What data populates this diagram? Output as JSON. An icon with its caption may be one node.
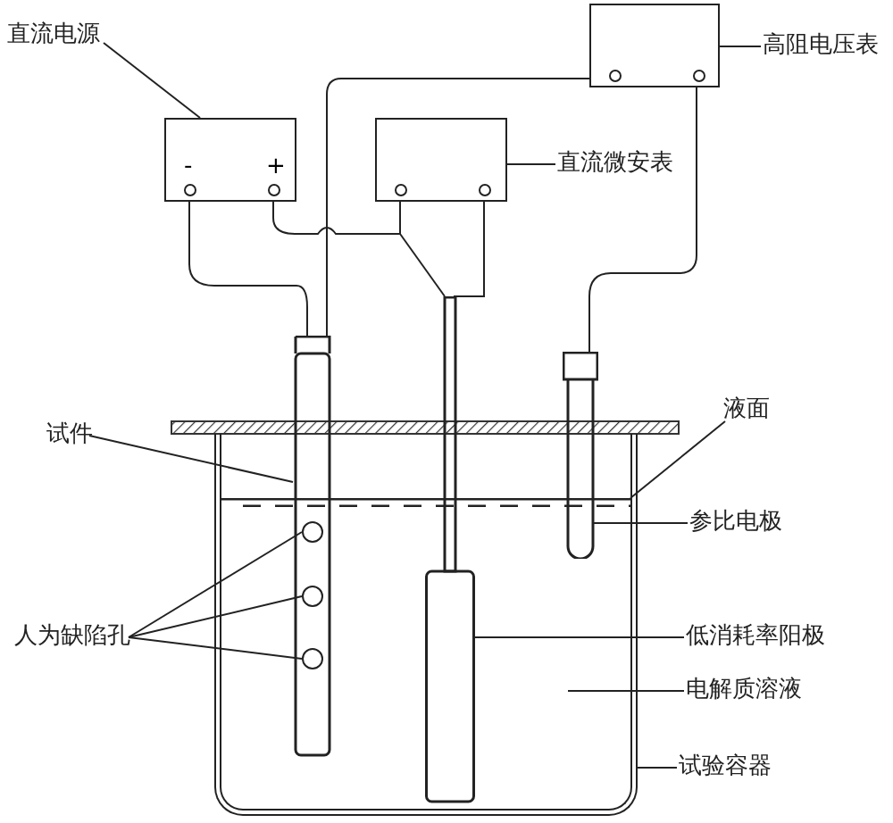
{
  "diagram": {
    "nodes": [
      {
        "text": [
          "直流电源"
        ]
      },
      {
        "text": [
          "-",
          "+"
        ]
      },
      {
        "text": [
          "高阻电压表"
        ]
      },
      {
        "text": [],
        "shape": "box"
      },
      {
        "text": [
          "直流微安表"
        ]
      },
      {
        "text": [],
        "shape": "box"
      },
      {
        "text": [
          "试件"
        ]
      },
      {
        "text": [],
        "shape": "bar"
      },
      {
        "text": [
          "液面"
        ]
      },
      {
        "text": [
          "参比电极"
        ]
      },
      {
        "text": [],
        "shape": "tube"
      },
      {
        "text": [
          "人为缺陷孔"
        ]
      },
      {
        "text": [],
        "shape": "circle",
        "in": 7
      },
      {
        "text": [],
        "shape": "circle",
        "in": 7
      },
      {
        "text": [],
        "shape": "circle",
        "in": 7
      },
      {
        "text": [
          "低消耗率阳极"
        ]
      },
      {
        "text": [],
        "shape": "cylinder"
      },
      {
        "text": [
          "电解质溶液"
        ]
      },
      {
        "text": [
          "试验容器"
        ]
      },
      {
        "text": [],
        "shape": "container"
      },
      {
        "text": [],
        "shape": "line",
        "in": 19
      }
    ],
    "edges": [
      {
        "from": 0,
        "to": 1,
        "arrow": "none"
      },
      {
        "from": 2,
        "to": 3,
        "arrow": "none"
      },
      {
        "from": 4,
        "to": 5,
        "arrow": "none"
      },
      {
        "from": 6,
        "to": 7,
        "arrow": "none"
      },
      {
        "from": 8,
        "to": 20,
        "arrow": "none"
      },
      {
        "from": 9,
        "to": 10,
        "arrow": "none"
      },
      {
        "from": 11,
        "to": 12,
        "arrow": "none"
      },
      {
        "from": 11,
        "to": 13,
        "arrow": "none"
      },
      {
        "from": 11,
        "to": 14,
        "arrow": "none"
      },
      {
        "from": 15,
        "to": 16,
        "arrow": "none"
      },
      {
        "from": 17,
        "to": 19,
        "arrow": "none"
      },
      {
        "from": 18,
        "to": 19,
        "arrow": "none"
      },
      {
        "from": 1,
        "to": 7,
        "arrow": "none"
      },
      {
        "from": 1,
        "to": 5,
        "arrow": "none"
      },
      {
        "from": 5,
        "to": 16,
        "arrow": "none"
      },
      {
        "from": 5,
        "to": 16,
        "arrow": "none"
      },
      {
        "from": 3,
        "to": 7,
        "arrow": "none"
      },
      {
        "from": 3,
        "to": 10,
        "arrow": "none"
      }
    ]
  }
}
